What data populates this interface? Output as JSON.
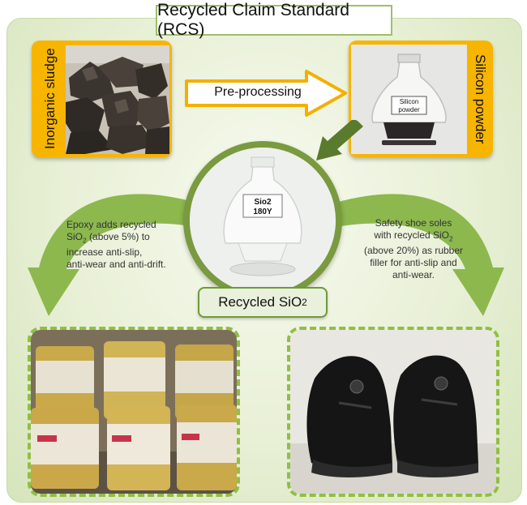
{
  "title": "Recycled Claim Standard (RCS)",
  "inputs": {
    "left_label": "Inorganic sludge",
    "right_label": "Silicon powder",
    "powder_jar_label_line1": "Silicon",
    "powder_jar_label_line2": "powder"
  },
  "process": {
    "label": "Pre-processing"
  },
  "center": {
    "jar_label_line1": "Sio2",
    "jar_label_line2": "180Y",
    "label_prefix": "Recycled SiO",
    "label_sub": "2"
  },
  "applications": {
    "left": {
      "line1": "Epoxy adds recycled",
      "line2_a": "SiO",
      "line2_sub": "2",
      "line2_b": " (above 5%) to",
      "line3": "increase anti-slip,",
      "line4": "anti-wear and anti-drift."
    },
    "right": {
      "line1": "Safety shoe soles",
      "line2_a": "with recycled SiO",
      "line2_sub": "2",
      "line3": "(above 20%) as rubber",
      "line4": "filler for anti-slip and",
      "line5": "anti-wear."
    }
  },
  "colors": {
    "orange": "#f7b500",
    "green_dark": "#6f9a39",
    "green_light": "#9fbf6a",
    "background": "#e8f0d6"
  }
}
